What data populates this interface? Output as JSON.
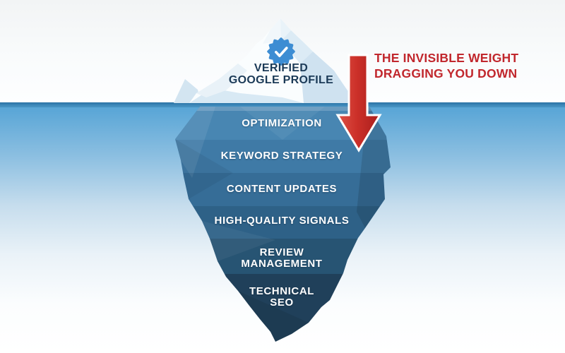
{
  "colors": {
    "accent_red": "#c1272d",
    "navy_text": "#1b3a57",
    "badge_blue": "#3d8dd3",
    "waterline_dark": "#2a72a4",
    "waterline_light": "#4490c0",
    "water_top": "#58a5d6",
    "label_text": "#ffffff",
    "arrow_red_light": "#dd5247",
    "arrow_red_dark": "#a81e1d",
    "iceberg_above_water": "#fafdfe",
    "iceberg_deep": "#20405a"
  },
  "surface": {
    "badge_icon": "verified-check-badge",
    "label": "VERIFIED\nGOOGLE PROFILE"
  },
  "callout": {
    "text": "THE INVISIBLE WEIGHT\nDRAGGING YOU DOWN"
  },
  "underwater_layers": [
    {
      "label": "OPTIMIZATION",
      "color": "#4886b2"
    },
    {
      "label": "KEYWORD STRATEGY",
      "color": "#3f7aa6"
    },
    {
      "label": "CONTENT UPDATES",
      "color": "#366d97"
    },
    {
      "label": "HIGH-QUALITY SIGNALS",
      "color": "#2e6187"
    },
    {
      "label": "REVIEW\nMANAGEMENT",
      "color": "#275473"
    },
    {
      "label": "TECHNICAL\nSEO",
      "color": "#20405a"
    }
  ]
}
